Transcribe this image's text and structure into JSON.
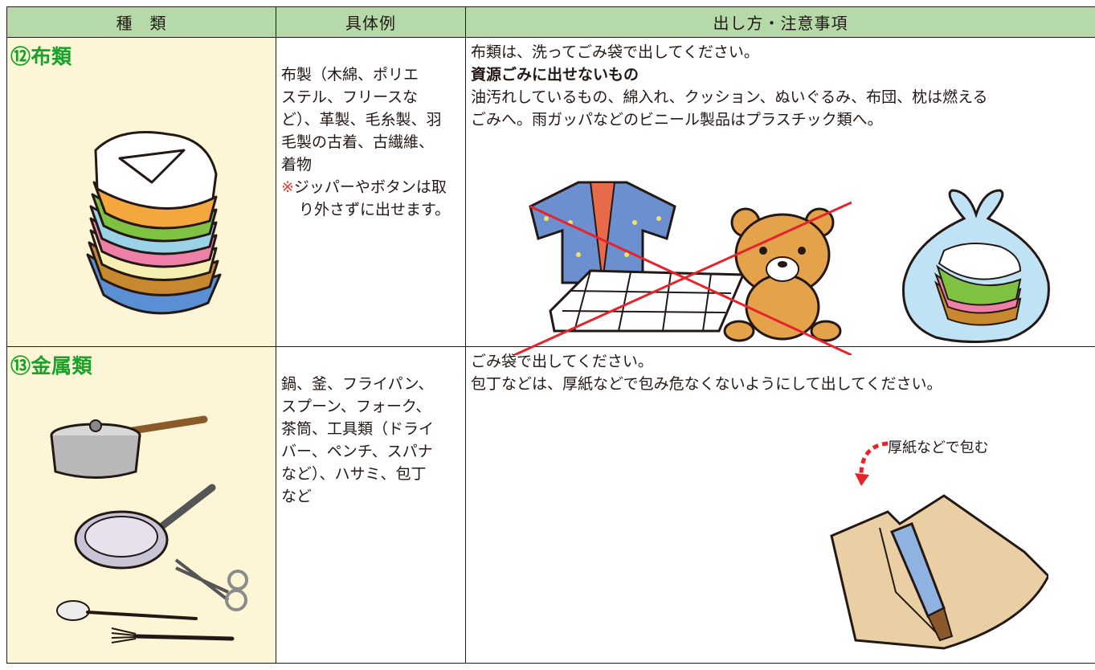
{
  "header": {
    "col1": "種　類",
    "col2": "具体例",
    "col3": "出し方・注意事項"
  },
  "rows": [
    {
      "category": "⑫布類",
      "examples": "布製（木綿、ポリエ\nステル、フリースな\nど）、革製、毛糸製、羽\n毛製の古着、古繊維、\n着物",
      "note_mark": "※",
      "note": "ジッパーやボタンは取り外さずに出せます。",
      "instructions": [
        "布類は、洗ってごみ袋で出してください。"
      ],
      "subheading": "資源ごみに出せないもの",
      "instructions_2": [
        "油汚れしているもの、綿入れ、クッション、ぬいぐるみ、布団、枕は燃える",
        "ごみへ。雨ガッパなどのビニール製品はプラスチック類へ。"
      ],
      "icons": [
        "folded-clothes-icon",
        "quilted-jacket-icon",
        "futon-icon",
        "teddy-bear-icon",
        "cross-out-mark",
        "clothes-in-bag-icon"
      ]
    },
    {
      "category": "⑬金属類",
      "examples": "鍋、釜、フライパン、\nスプーン、フォーク、\n茶筒、工具類（ドライ\nバー、ペンチ、スパナ\nなど）、ハサミ、包丁\nなど",
      "instructions": [
        "ごみ袋で出してください。",
        "包丁などは、厚紙などで包み危なくないようにして出してください。"
      ],
      "callout": "厚紙などで包む",
      "icons": [
        "pot-icon",
        "frying-pan-icon",
        "scissors-icon",
        "spoon-icon",
        "fork-icon",
        "knife-in-cardboard-icon"
      ]
    }
  ],
  "colors": {
    "header_bg": "#b5d9a9",
    "category_bg": "#fdf6d6",
    "category_text": "#1aa12a",
    "note_mark": "#e83a2a",
    "cross": "#e6232a"
  }
}
